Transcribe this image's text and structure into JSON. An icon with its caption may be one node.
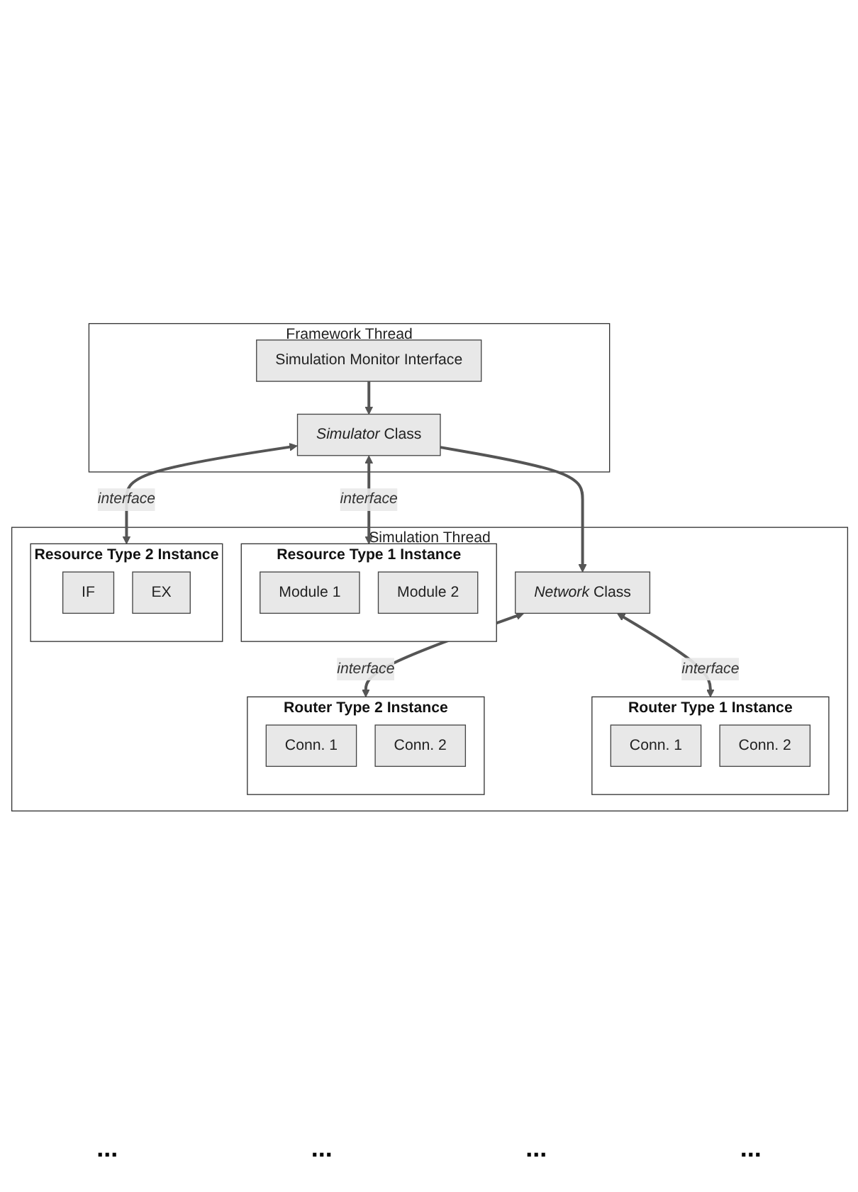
{
  "diagram": {
    "nodes": [
      {
        "text": [
          "Framework Thread"
        ]
      },
      {
        "text": [
          "Simulation Monitor Interface"
        ],
        "in": 0
      },
      {
        "text": [
          "*Simulator* Class"
        ],
        "in": 0
      },
      {
        "text": [
          "Simulation Thread"
        ]
      },
      {
        "text": [
          "*Network* Class"
        ],
        "in": 3
      },
      {
        "text": [
          "Resource Type 1 Instance"
        ],
        "in": 3
      },
      {
        "text": [
          "Module 1"
        ],
        "in": 5
      },
      {
        "text": [
          "Module 2"
        ],
        "in": 5
      },
      {
        "text": [
          "Resource Type 2 Instance"
        ],
        "in": 3
      },
      {
        "text": [
          "IF"
        ],
        "in": 8
      },
      {
        "text": [
          "EX"
        ],
        "in": 8
      },
      {
        "text": [
          "Router Type 1 Instance"
        ],
        "in": 3
      },
      {
        "text": [
          "Conn. 1"
        ],
        "in": 11
      },
      {
        "text": [
          "Conn. 2"
        ],
        "in": 11
      },
      {
        "text": [
          "Router Type 2 Instance"
        ],
        "in": 3
      },
      {
        "text": [
          "Conn. 1"
        ],
        "in": 14
      },
      {
        "text": [
          "Conn. 2"
        ],
        "in": 14
      }
    ],
    "edges": [
      {
        "from": 1,
        "to": 2,
        "arrow": "to"
      },
      {
        "from": 2,
        "to": 4,
        "arrow": "to"
      },
      {
        "from": 2,
        "to": 5,
        "arrow": "both",
        "label": "interface"
      },
      {
        "from": 2,
        "to": 8,
        "arrow": "both",
        "label": "interface"
      },
      {
        "from": 4,
        "to": 11,
        "arrow": "both",
        "label": "interface"
      },
      {
        "from": 4,
        "to": 14,
        "arrow": "both",
        "label": "interface"
      }
    ],
    "labels": [
      "...",
      "...",
      "...",
      "..."
    ]
  }
}
